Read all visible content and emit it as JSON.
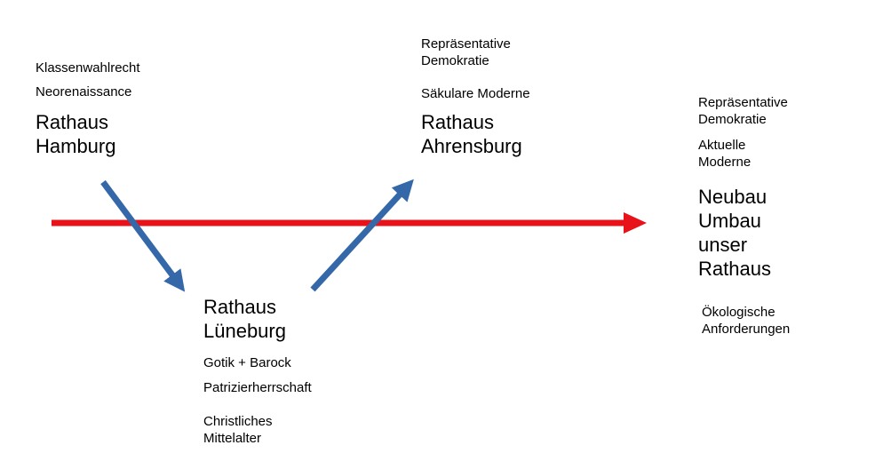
{
  "colors": {
    "timeline": "#e8131a",
    "path": "#3468a8"
  },
  "hamburg": {
    "note1": "Klassenwahlrecht",
    "note2": "Neorenaissance",
    "title": "Rathaus\nHamburg"
  },
  "ahrensburg": {
    "note1": "Repräsentative\nDemokratie",
    "note2": "Säkulare Moderne",
    "title": "Rathaus\nAhrensburg"
  },
  "lueneburg": {
    "title": "Rathaus\nLüneburg",
    "note1": "Gotik + Barock",
    "note2": "Patrizierherrschaft",
    "note3": "Christliches\nMittelalter"
  },
  "neubau": {
    "note1": "Repräsentative\nDemokratie",
    "note2": "Aktuelle\nModerne",
    "title": "Neubau\nUmbau\nunser\nRathaus",
    "note3": "Ökologische\nAnforderungen"
  }
}
